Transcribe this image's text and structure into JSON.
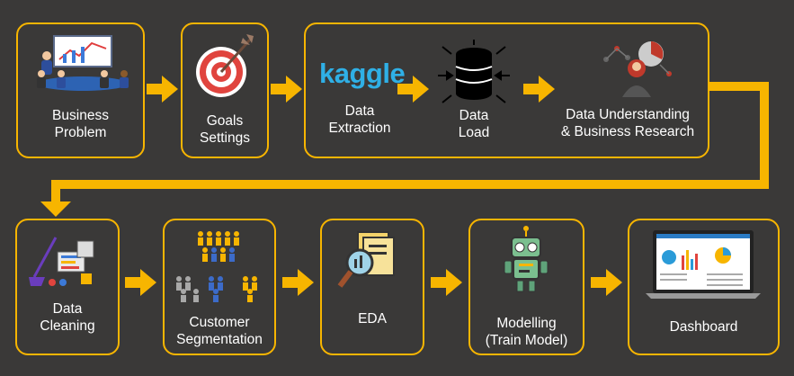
{
  "colors": {
    "background": "#3a3938",
    "accent": "#f7b500",
    "text": "#ffffff"
  },
  "steps": [
    {
      "label": "Business\nProblem",
      "icon": "business-meeting-icon"
    },
    {
      "label": "Goals\nSettings",
      "icon": "target-icon"
    },
    {
      "label": "Data\nExtraction",
      "icon": "kaggle-logo",
      "logo_text": "kaggle"
    },
    {
      "label": "Data\nLoad",
      "icon": "database-icon"
    },
    {
      "label": "Data Understanding\n& Business Research",
      "icon": "analytics-person-icon"
    },
    {
      "label": "Data\nCleaning",
      "icon": "cleaning-icon"
    },
    {
      "label": "Customer\nSegmentation",
      "icon": "people-segments-icon"
    },
    {
      "label": "EDA",
      "icon": "magnifier-documents-icon"
    },
    {
      "label": "Modelling\n(Train Model)",
      "icon": "robot-icon"
    },
    {
      "label": "Dashboard",
      "icon": "laptop-dashboard-icon"
    }
  ]
}
